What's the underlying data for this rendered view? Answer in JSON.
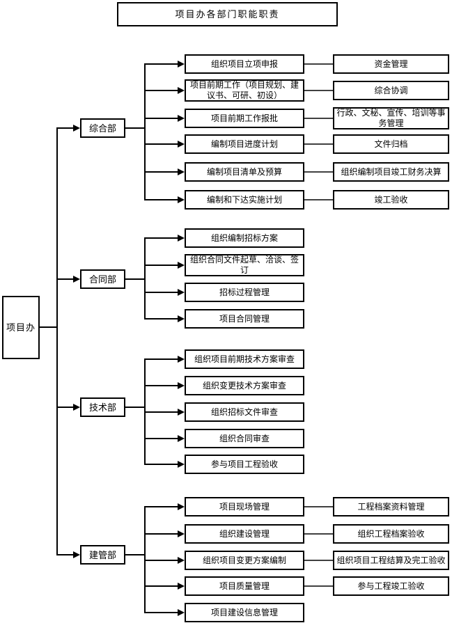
{
  "title": "项目办各部门职能职责",
  "root": {
    "label": "项目办"
  },
  "sections": [
    {
      "dept": "综合部",
      "tasks": [
        "组织项目立项申报",
        "项目前期工作（项目规划、建议书、可研、初设）",
        "项目前期工作报批",
        "编制项目进度计划",
        "编制项目清单及预算",
        "编制和下达实施计划"
      ],
      "outputs": [
        "资金管理",
        "综合协调",
        "行政、文秘、宣传、培训等事务管理",
        "文件归档",
        "组织编制项目竣工财务决算",
        "竣工验收"
      ]
    },
    {
      "dept": "合同部",
      "tasks": [
        "组织编制招标方案",
        "组织合同文件起草、洽谈、签订",
        "招标过程管理",
        "项目合同管理"
      ],
      "outputs": []
    },
    {
      "dept": "技术部",
      "tasks": [
        "组织项目前期技术方案审查",
        "组织变更技术方案审查",
        "组织招标文件审查",
        "组织合同审查",
        "参与项目工程验收"
      ],
      "outputs": []
    },
    {
      "dept": "建管部",
      "tasks": [
        "项目现场管理",
        "组织建设管理",
        "组织项目变更方案编制",
        "项目质量管理",
        "项目建设信息管理"
      ],
      "outputs": [
        "工程档案资料管理",
        "组织工程档案验收",
        "组织项目工程结算及完工验收",
        "参与工程竣工验收"
      ]
    }
  ],
  "colors": {
    "line": "#000000",
    "border": "#000000",
    "text": "#000000",
    "background": "#ffffff"
  }
}
